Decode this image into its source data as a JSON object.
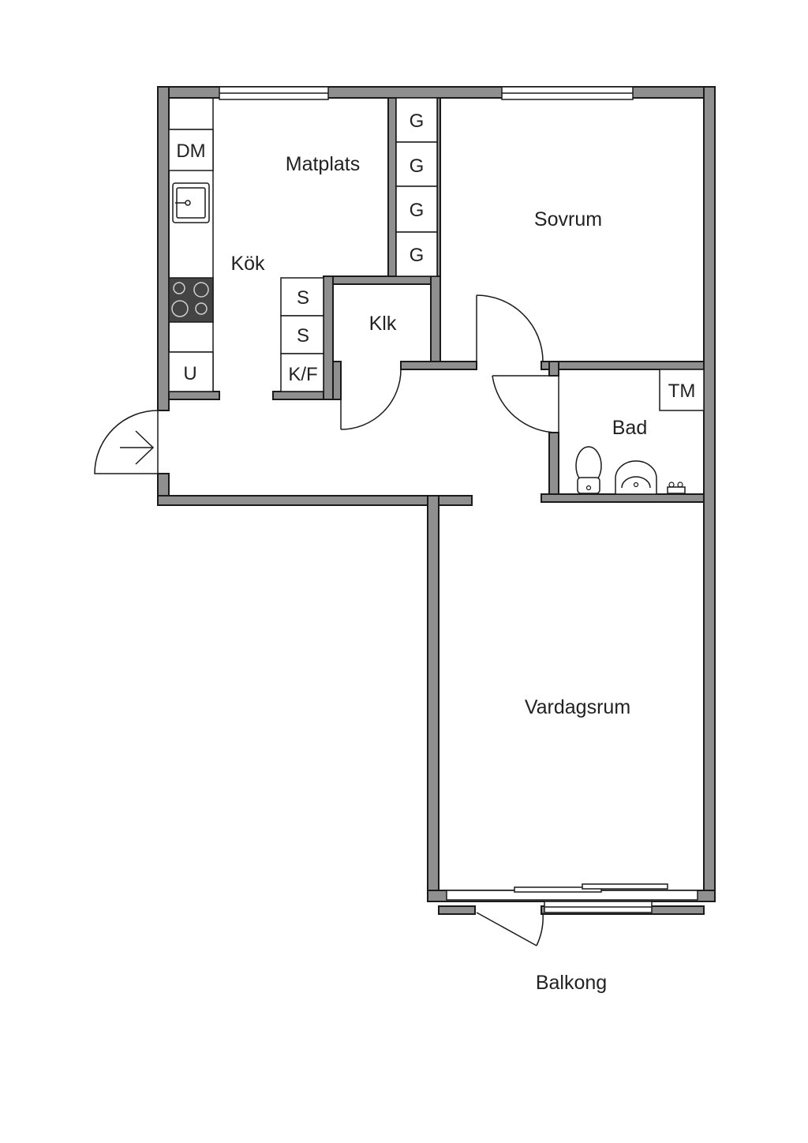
{
  "rooms": {
    "matplats": "Matplats",
    "kok": "Kök",
    "sovrum": "Sovrum",
    "klk": "Klk",
    "bad": "Bad",
    "vardagsrum": "Vardagsrum",
    "balkong": "Balkong"
  },
  "fixtures": {
    "dishwasher": "DM",
    "fridge_freezer": "K/F",
    "oven": "U",
    "washing_machine": "TM",
    "wardrobes": [
      "G",
      "G",
      "G",
      "G"
    ],
    "cabinets": [
      "S",
      "S"
    ]
  },
  "colors": {
    "wall_fill": "#8f8f8f",
    "wall_stroke": "#1a1a1a",
    "stove": "#444444"
  },
  "icons": {
    "entrance": "entrance-arrow-icon",
    "sink": "sink-icon",
    "stove": "stove-icon",
    "toilet": "toilet-icon",
    "washbasin": "washbasin-icon",
    "faucet": "faucet-icon"
  }
}
